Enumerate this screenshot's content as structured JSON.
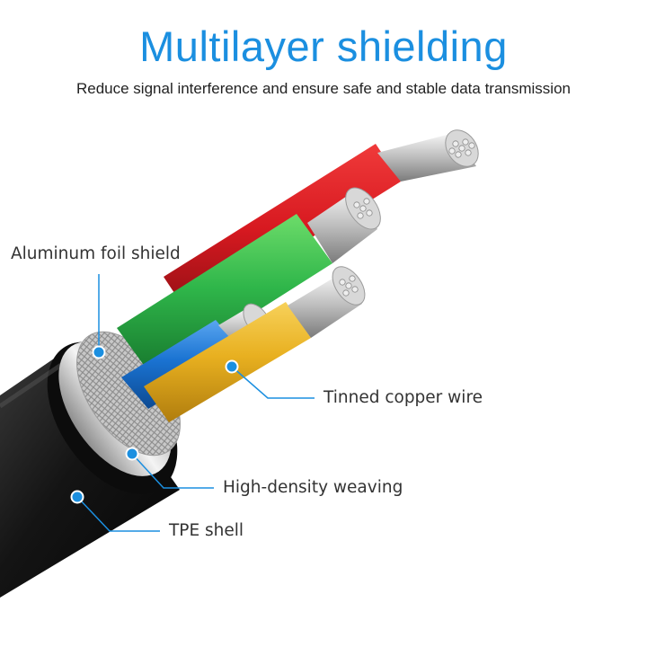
{
  "header": {
    "title": "Multilayer shielding",
    "subtitle": "Reduce signal interference and ensure safe and stable data transmission"
  },
  "callouts": [
    {
      "id": "aluminum",
      "label": "Aluminum foil shield"
    },
    {
      "id": "copper",
      "label": "Tinned copper wire"
    },
    {
      "id": "weaving",
      "label": "High-density weaving"
    },
    {
      "id": "shell",
      "label": "TPE shell"
    }
  ],
  "colors": {
    "accent": "#1b8fe0",
    "jacket": "#111111",
    "red_core": "#d71920",
    "green_core": "#2fb64a",
    "blue_core": "#1a73d2",
    "yellow_core": "#e8b020"
  }
}
